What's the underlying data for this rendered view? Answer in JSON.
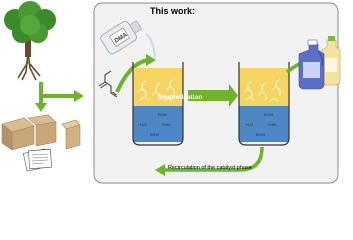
{
  "diagram": {
    "title": "This work:",
    "process_label": "Telomerization",
    "recirculation_label": "Recirculation of the catalyst phase",
    "bottle_label": "DMA",
    "reactor_phase_labels": [
      "EtOH",
      "H₂O",
      "PdXL",
      "EtOH"
    ],
    "colors": {
      "panel_fill": "#f2f2f2",
      "panel_border": "#8a8a8a",
      "green_arrow": "#6fb22c",
      "organic_phase": "#f6d461",
      "aqueous_phase": "#4f86c6",
      "butadiene": "#ffffff",
      "tree_foliage": "#3d8a2c",
      "tree_trunk": "#6b4a2a"
    },
    "icons": [
      "tree",
      "cardboard-boxes",
      "paper-stack",
      "dma-bottle",
      "butadiene-molecule",
      "reactor",
      "detergent-bottles"
    ]
  }
}
